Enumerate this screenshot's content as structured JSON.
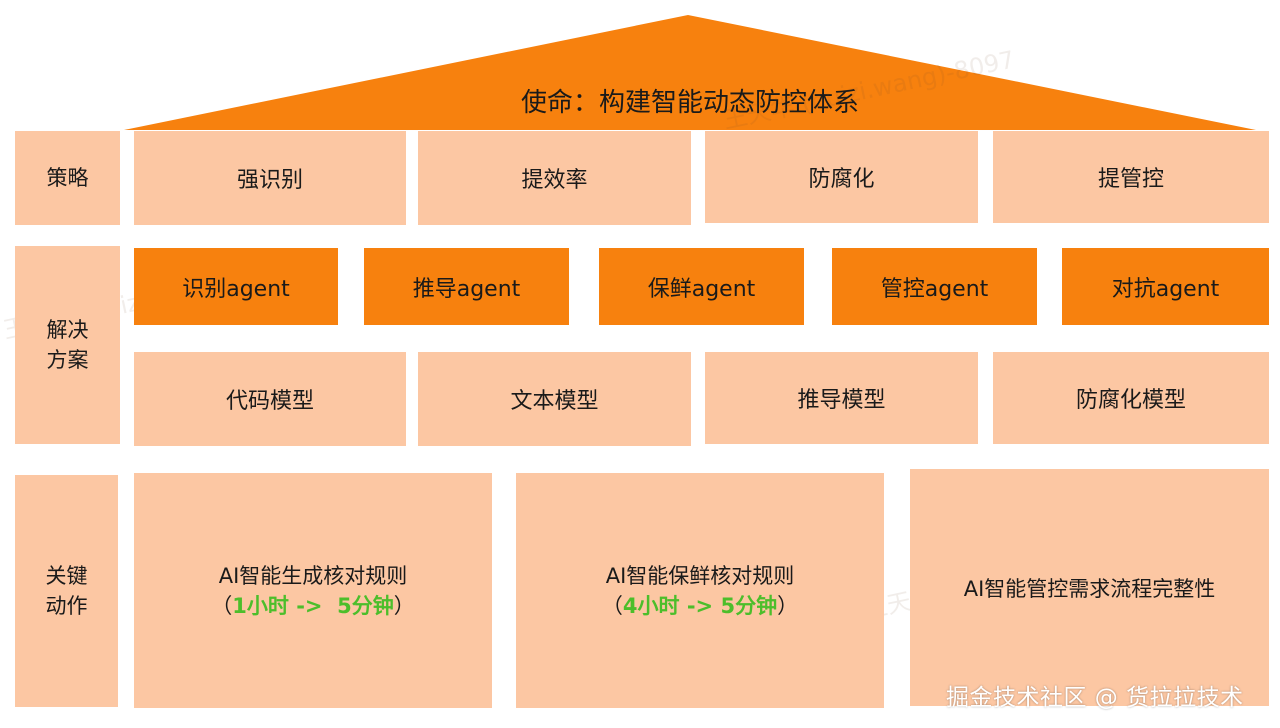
{
  "roof": {
    "title": "使命：构建智能动态防控体系"
  },
  "rows": {
    "strategy": {
      "label_lines": [
        "策略"
      ],
      "items": [
        "强识别",
        "提效率",
        "防腐化",
        "提管控"
      ]
    },
    "solution": {
      "label_lines": [
        "解决",
        "方案"
      ],
      "agents": [
        "识别agent",
        "推导agent",
        "保鲜agent",
        "管控agent",
        "对抗agent"
      ],
      "models": [
        "代码模型",
        "文本模型",
        "推导模型",
        "防腐化模型"
      ]
    },
    "actions": {
      "label_lines": [
        "关键",
        "动作"
      ],
      "items": [
        {
          "line1": "AI智能生成核对规则",
          "open": "（",
          "highlight": "1小时 ->  5分钟",
          "close": "）"
        },
        {
          "line1": "AI智能保鲜核对规则",
          "open": "（",
          "highlight": "4小时 -> 5分钟",
          "close": "）"
        },
        {
          "line1": "AI智能管控需求流程完整性"
        }
      ]
    }
  },
  "watermark": "掘金技术社区 @ 货拉拉技术",
  "faint_watermark": "王天华 (huizi.wang)-8097",
  "colors": {
    "orange": "#f7810e",
    "light": "#fcc7a3",
    "green": "#4cbe2b"
  }
}
